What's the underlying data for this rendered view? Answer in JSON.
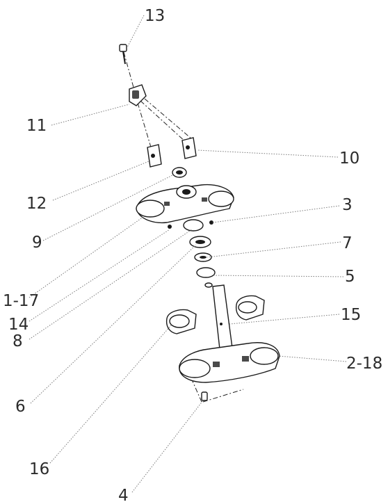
{
  "callouts": [
    {
      "id": "13",
      "text": "13"
    },
    {
      "id": "11",
      "text": "11"
    },
    {
      "id": "10",
      "text": "10"
    },
    {
      "id": "12",
      "text": "12"
    },
    {
      "id": "3",
      "text": "3"
    },
    {
      "id": "9",
      "text": "9"
    },
    {
      "id": "7",
      "text": "7"
    },
    {
      "id": "5",
      "text": "5"
    },
    {
      "id": "1-17",
      "text": "1-17"
    },
    {
      "id": "14",
      "text": "14"
    },
    {
      "id": "15",
      "text": "15"
    },
    {
      "id": "8",
      "text": "8"
    },
    {
      "id": "2-18",
      "text": "2-18"
    },
    {
      "id": "6",
      "text": "6"
    },
    {
      "id": "16",
      "text": "16"
    },
    {
      "id": "4",
      "text": "4"
    }
  ]
}
